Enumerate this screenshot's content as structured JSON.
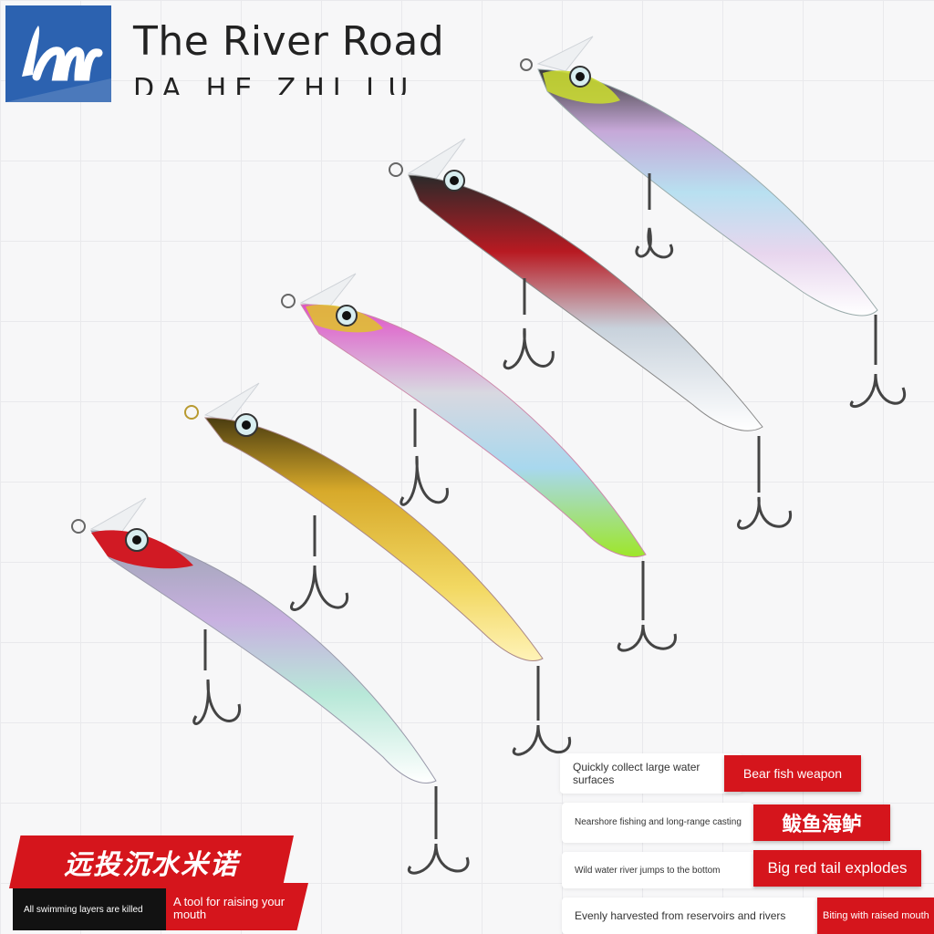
{
  "brand": {
    "title": "The River Road",
    "subtitle": "DA HE ZHI LU",
    "logo_text": "lm",
    "logo_color": "#2c62b0"
  },
  "product": {
    "lures": [
      {
        "name": "silver-green-head",
        "head_color": "#c8d832",
        "body_color": "#d9dde2"
      },
      {
        "name": "red-stripe",
        "head_color": "#8a8f28",
        "body_color": "#b81a22"
      },
      {
        "name": "pink-lime",
        "head_color": "#e0c22a",
        "body_color": "#d94ec8"
      },
      {
        "name": "gold",
        "head_color": "#3c3c14",
        "body_color": "#d7a92a"
      },
      {
        "name": "red-head",
        "head_color": "#d11a24",
        "body_color": "#e8eaee"
      }
    ],
    "hook_icon": "treble-hook-icon"
  },
  "banner": {
    "chinese_title": "远投沉水米诺",
    "tag_dark": "All swimming layers are killed",
    "tag_red": "A tool for raising your mouth"
  },
  "features": [
    {
      "description": "Quickly collect large water surfaces",
      "highlight": "Bear fish weapon"
    },
    {
      "description": "Nearshore fishing and long-range casting",
      "highlight": "鲅鱼海鲈"
    },
    {
      "description": "Wild water river jumps to the bottom",
      "highlight": "Big red tail explodes"
    },
    {
      "description": "Evenly harvested from reservoirs and rivers",
      "highlight": "Biting with raised mouth"
    }
  ],
  "colors": {
    "accent_red": "#d5151c",
    "dark": "#121212",
    "background": "#f7f7f8"
  }
}
